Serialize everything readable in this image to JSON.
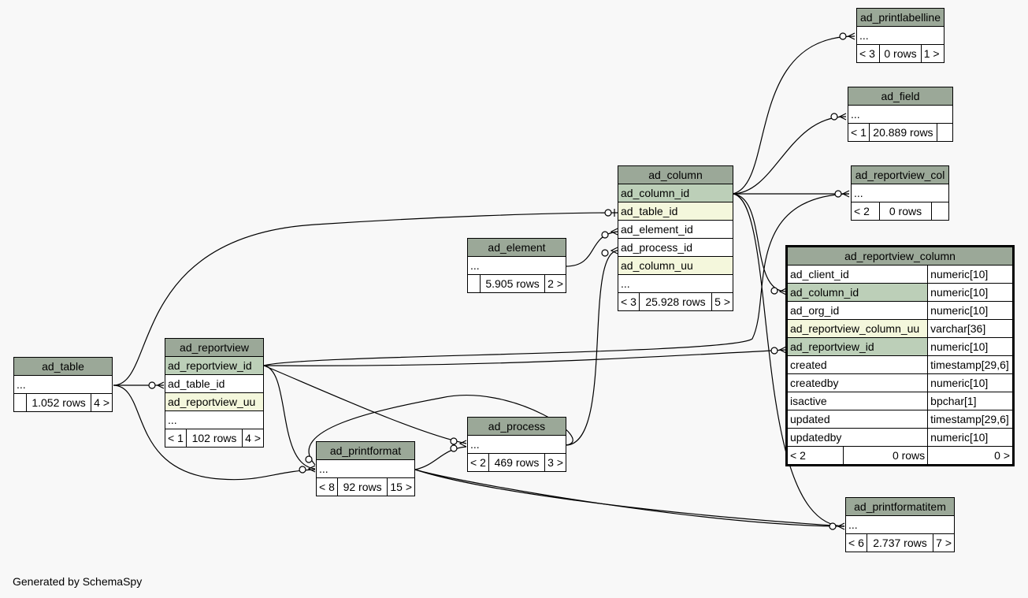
{
  "footer": "Generated by SchemaSpy",
  "tables": {
    "ad_printlabelline": {
      "name": "ad_printlabelline",
      "dots": "...",
      "parents": "< 3",
      "rows": "0 rows",
      "children": "1 >"
    },
    "ad_field": {
      "name": "ad_field",
      "dots": "...",
      "parents": "< 1",
      "rows": "20.889 rows",
      "children": ""
    },
    "ad_reportview_col": {
      "name": "ad_reportview_col",
      "dots": "...",
      "parents": "< 2",
      "rows": "0 rows",
      "children": ""
    },
    "ad_column": {
      "name": "ad_column",
      "columns": [
        "ad_column_id",
        "ad_table_id",
        "ad_element_id",
        "ad_process_id",
        "ad_column_uu"
      ],
      "dots": "...",
      "parents": "< 3",
      "rows": "25.928 rows",
      "children": "5 >"
    },
    "ad_element": {
      "name": "ad_element",
      "dots": "...",
      "parents": "",
      "rows": "5.905 rows",
      "children": "2 >"
    },
    "ad_table": {
      "name": "ad_table",
      "dots": "...",
      "parents": "",
      "rows": "1.052 rows",
      "children": "4 >"
    },
    "ad_reportview": {
      "name": "ad_reportview",
      "columns": [
        "ad_reportview_id",
        "ad_table_id",
        "ad_reportview_uu"
      ],
      "dots": "...",
      "parents": "< 1",
      "rows": "102 rows",
      "children": "4 >"
    },
    "ad_process": {
      "name": "ad_process",
      "dots": "...",
      "parents": "< 2",
      "rows": "469 rows",
      "children": "3 >"
    },
    "ad_printformat": {
      "name": "ad_printformat",
      "dots": "...",
      "parents": "< 8",
      "rows": "92 rows",
      "children": "15 >"
    },
    "ad_printformatitem": {
      "name": "ad_printformatitem",
      "dots": "...",
      "parents": "< 6",
      "rows": "2.737 rows",
      "children": "7 >"
    },
    "ad_reportview_column": {
      "name": "ad_reportview_column",
      "columns": [
        {
          "name": "ad_client_id",
          "type": "numeric[10]"
        },
        {
          "name": "ad_column_id",
          "type": "numeric[10]"
        },
        {
          "name": "ad_org_id",
          "type": "numeric[10]"
        },
        {
          "name": "ad_reportview_column_uu",
          "type": "varchar[36]"
        },
        {
          "name": "ad_reportview_id",
          "type": "numeric[10]"
        },
        {
          "name": "created",
          "type": "timestamp[29,6]"
        },
        {
          "name": "createdby",
          "type": "numeric[10]"
        },
        {
          "name": "isactive",
          "type": "bpchar[1]"
        },
        {
          "name": "updated",
          "type": "timestamp[29,6]"
        },
        {
          "name": "updatedby",
          "type": "numeric[10]"
        }
      ],
      "parents": "< 2",
      "rows": "0 rows",
      "children": "0 >"
    }
  },
  "colors": {
    "header": "#9ba898",
    "primary_key": "#bccfb8",
    "unique_key": "#f4f7dc"
  }
}
